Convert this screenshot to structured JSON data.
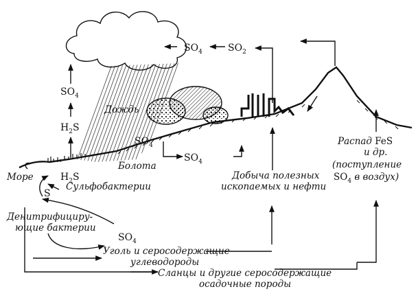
{
  "labels": {
    "more": "Море",
    "boloto": "Болота",
    "dozhd": "Дождь",
    "sulfobacteria": "Сульфобактерии",
    "denitrif_1": "Денитрифициру-",
    "denitrif_2": "ющие бактерии",
    "coal_1": "Уголь и серосодержащие",
    "coal_2": "углеводороды",
    "shale_1": "Сланцы и другие серосодержащие",
    "shale_2": "осадочные породы",
    "mining_1": "Добыча полезных",
    "mining_2": "ископаемых и нефти",
    "fes_1_pre": "Распад ",
    "fes_1_chem": "FeS",
    "fes_2": "и др.",
    "fes_3": "(поступление",
    "fes_4_chem_base": "SO",
    "fes_4_chem_sub": "4",
    "fes_4_post": " в воздух)"
  },
  "chem": {
    "so4": "SO",
    "so4_sub": "4",
    "so2": "SO",
    "so2_sub": "2",
    "h2s_h": "H",
    "h2s_sub": "2",
    "h2s_s": "S",
    "s": "S"
  }
}
